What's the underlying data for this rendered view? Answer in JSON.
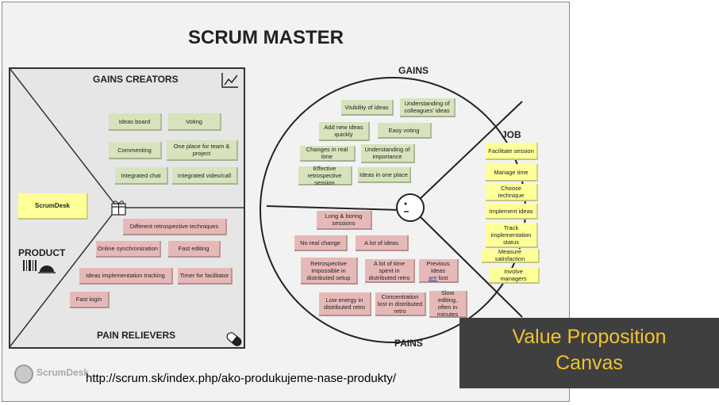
{
  "title": "SCRUM MASTER",
  "product_square": {
    "gains_creators_label": "GAINS CREATORS",
    "pain_relievers_label": "PAIN RELIEVERS",
    "product_label": "PRODUCT",
    "product_note": "ScrumDesk",
    "gains_creators": [
      "Ideas board",
      "Voting",
      "Commenting",
      "One place for team & project",
      "Integrated chat",
      "Integrated video/call"
    ],
    "pain_relievers": [
      "Different retrospective techniques",
      "Online synchronization",
      "Fast editing",
      "Ideas implementation tracking",
      "Timer for facilitator",
      "Fast login"
    ]
  },
  "customer_profile": {
    "gains_label": "GAINS",
    "pains_label": "PAINS",
    "job_label": "JOB",
    "gains": [
      "Visibility of ideas",
      "Understanding of colleagues' ideas",
      "Add new ideas quickly",
      "Easy voting",
      "Changes in real time",
      "Understanding of importance",
      "Effective retrospective session",
      "Ideas in one place"
    ],
    "pains": [
      "Long & boring sessions",
      "No real change",
      "A lot of ideas",
      "Retrospective impossible in distributed setup",
      "A lot of time spent in distributed retro",
      "Previous ideas",
      "are",
      "lost",
      "Low energy in distributed retro",
      "Concentration lost in distributed retro",
      "Slow editing, often in minutes"
    ],
    "jobs": [
      "Facilitate session",
      "Manage time",
      "Choose technique",
      "Implement ideas",
      "Track implementation status",
      "Measure satisfaction",
      "Involve managers"
    ]
  },
  "url": "http://scrum.sk/index.php/ako-produkujeme-nase-produkty/",
  "caption": [
    "Value Proposition",
    "Canvas"
  ],
  "logo": "ScrumDesk",
  "icons": [
    "chart-icon",
    "gift-icon",
    "barcode-icon",
    "pill-icon",
    "face-icon"
  ]
}
